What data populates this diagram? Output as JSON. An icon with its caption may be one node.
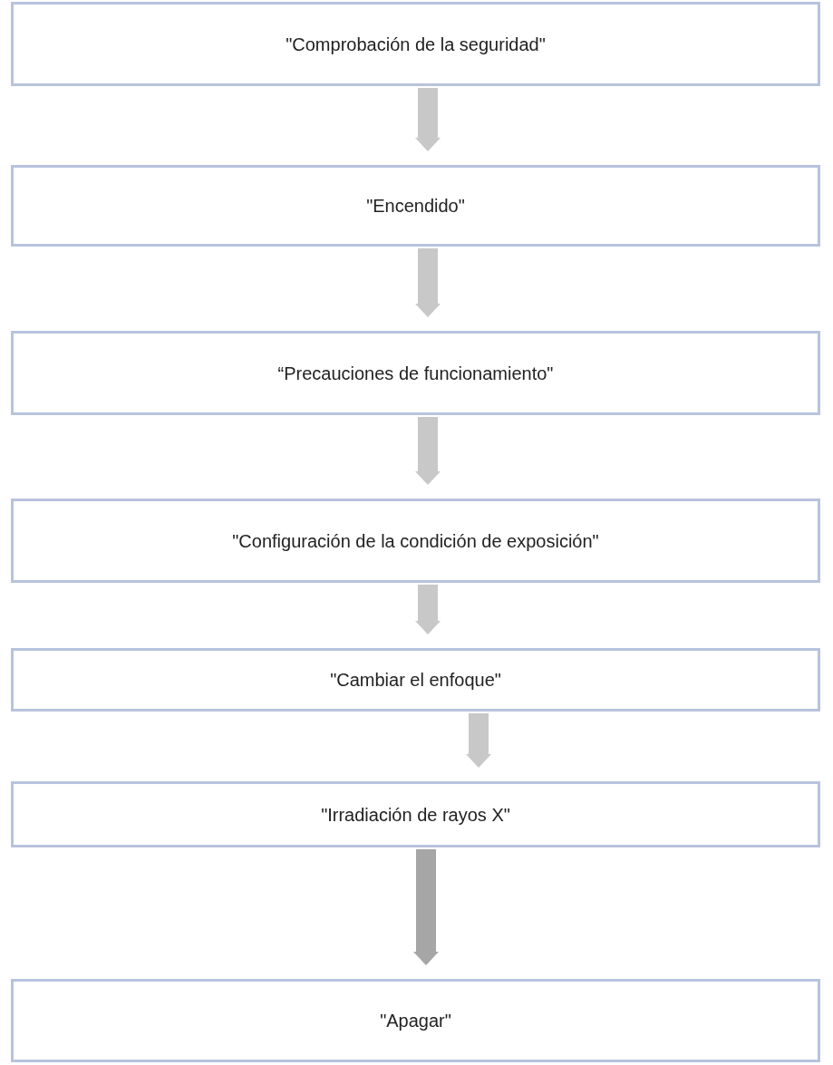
{
  "diagram": {
    "nodes": [
      {
        "text": [
          "\"Comprobación de la seguridad\""
        ]
      },
      {
        "text": [
          "\"Encendido\""
        ]
      },
      {
        "text": [
          "“Precauciones de funcionamiento\""
        ]
      },
      {
        "text": [
          "\"Configuración de la condición de exposición\""
        ]
      },
      {
        "text": [
          "\"Cambiar el enfoque\""
        ]
      },
      {
        "text": [
          "\"Irradiación de rayos X\""
        ]
      },
      {
        "text": [
          "\"Apagar\""
        ]
      }
    ],
    "edges": [
      {
        "from": 0,
        "to": 1,
        "arrow": "to"
      },
      {
        "from": 1,
        "to": 2,
        "arrow": "to"
      },
      {
        "from": 2,
        "to": 3,
        "arrow": "to"
      },
      {
        "from": 3,
        "to": 4,
        "arrow": "to"
      },
      {
        "from": 4,
        "to": 5,
        "arrow": "to"
      },
      {
        "from": 5,
        "to": 6,
        "arrow": "to",
        "color": "#a6a6a6"
      }
    ]
  }
}
